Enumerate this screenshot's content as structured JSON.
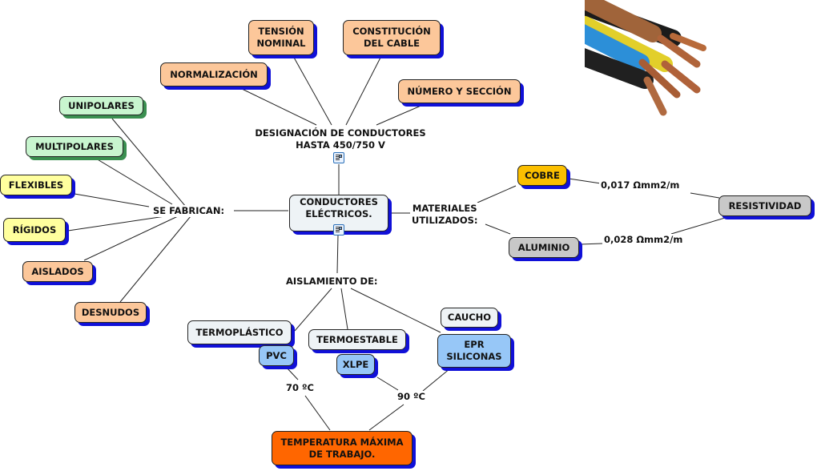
{
  "center": {
    "label": "CONDUCTORES ELÉCTRICOS."
  },
  "designation": {
    "label": "DESIGNACIÓN DE CONDUCTORES HASTA 450/750 V",
    "line1": "DESIGNACIÓN DE CONDUCTORES",
    "line2": "HASTA 450/750 V",
    "children": [
      {
        "line1": "NORMALIZACIÓN",
        "line2": ""
      },
      {
        "line1": "TENSIÓN",
        "line2": "NOMINAL"
      },
      {
        "line1": "CONSTITUCIÓN",
        "line2": "DEL CABLE"
      },
      {
        "line1": "NÚMERO Y SECCIÓN",
        "line2": ""
      }
    ]
  },
  "manufacture": {
    "label": "SE FABRICAN:",
    "children": [
      "UNIPOLARES",
      "MULTIPOLARES",
      "FLEXIBLES",
      "RÍGIDOS",
      "AISLADOS",
      "DESNUDOS"
    ]
  },
  "materials": {
    "line1": "MATERIALES",
    "line2": "UTILIZADOS:",
    "copper": "COBRE",
    "aluminum": "ALUMINIO",
    "copper_value": "0,017 Ωmm2/m",
    "aluminum_value": "0,028 Ωmm2/m",
    "property": "RESISTIVIDAD"
  },
  "insulation": {
    "label": "AISLAMIENTO DE:",
    "thermoplastic": "TERMOPLÁSTICO",
    "pvc": "PVC",
    "thermoset": "TERMOESTABLE",
    "xlpe": "XLPE",
    "rubber": "CAUCHO",
    "epr_line1": "EPR",
    "epr_line2": "SILICONAS",
    "temp_70": "70 ºC",
    "temp_90": "90 ºC",
    "max_temp_line1": "TEMPERATURA MÁXIMA",
    "max_temp_line2": "DE TRABAJO."
  },
  "image": {
    "subject": "electrical-cable-photo"
  }
}
